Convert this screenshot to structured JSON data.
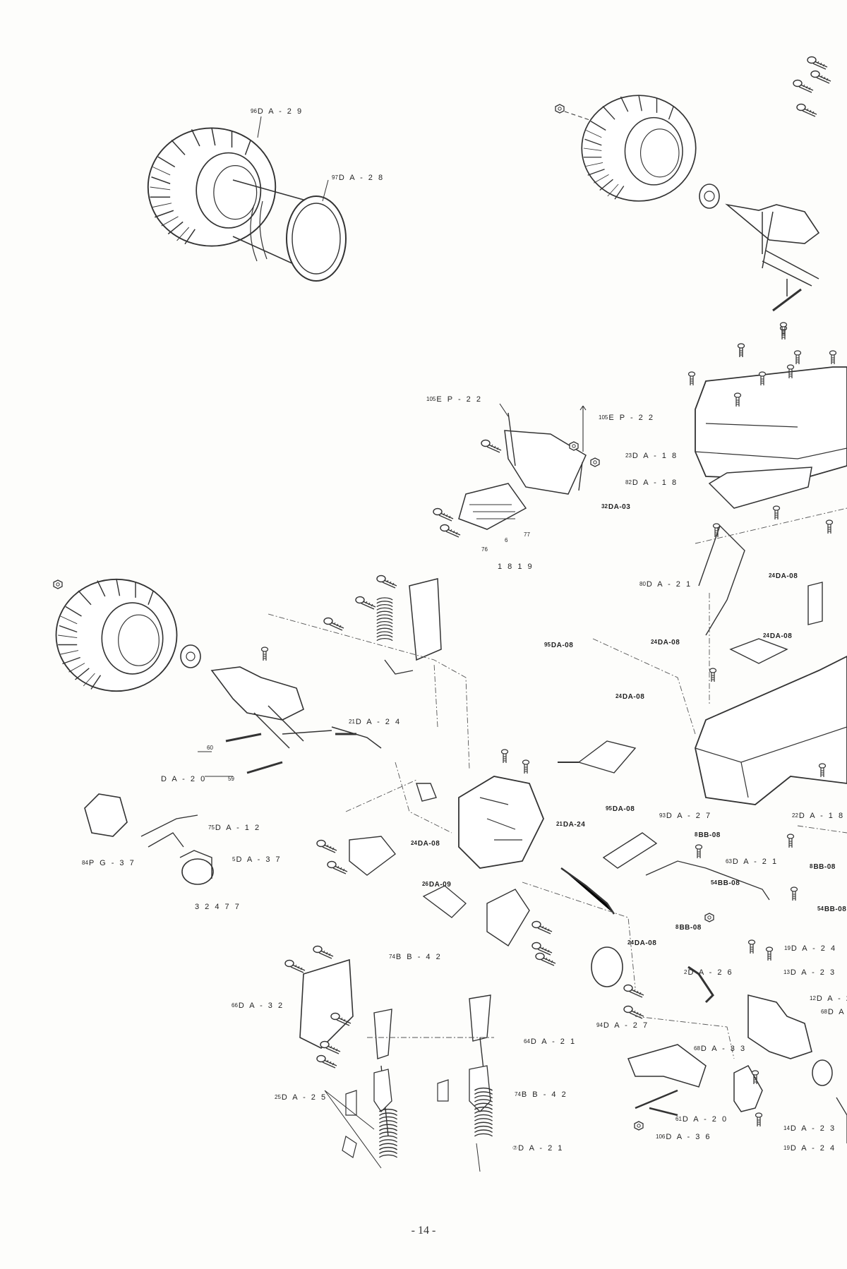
{
  "labels": [
    {
      "id": "l1",
      "num": "96",
      "code": "D A - 2 9"
    },
    {
      "id": "l2",
      "num": "97",
      "code": "D A - 2 8"
    },
    {
      "id": "l3",
      "num": "105",
      "code": "E P - 2 2"
    },
    {
      "id": "l4",
      "num": "105",
      "code": "E P - 2 2"
    },
    {
      "id": "l5",
      "num": "32",
      "code": "DA-03"
    },
    {
      "id": "l6",
      "num": "23",
      "code": "D A - 1 8"
    },
    {
      "id": "l7",
      "num": "82",
      "code": "D A - 1 8"
    },
    {
      "id": "l8",
      "num": "6",
      "code": ""
    },
    {
      "id": "l9",
      "num": "77",
      "code": ""
    },
    {
      "id": "l10",
      "num": "76",
      "code": ""
    },
    {
      "id": "l11",
      "num": "",
      "code": "1 8 1 9"
    },
    {
      "id": "l12",
      "num": "24",
      "code": "DA-08"
    },
    {
      "id": "l13",
      "num": "80",
      "code": "D A - 2 1"
    },
    {
      "id": "l14",
      "num": "24",
      "code": "DA-08"
    },
    {
      "id": "l15",
      "num": "24",
      "code": "DA-08"
    },
    {
      "id": "l16",
      "num": "95",
      "code": "DA-08"
    },
    {
      "id": "l17",
      "num": "24",
      "code": "DA-08"
    },
    {
      "id": "l18",
      "num": "21",
      "code": "D A - 2 4"
    },
    {
      "id": "l19",
      "num": "60",
      "code": ""
    },
    {
      "id": "l20",
      "num": "",
      "code": "D A - 2 0"
    },
    {
      "id": "l21",
      "num": "59",
      "code": ""
    },
    {
      "id": "l22",
      "num": "22",
      "code": "D A - 1 8"
    },
    {
      "id": "l23",
      "num": "75",
      "code": "D A - 1 2"
    },
    {
      "id": "l24",
      "num": "95",
      "code": "DA-08"
    },
    {
      "id": "l25",
      "num": "93",
      "code": "D A - 2 7"
    },
    {
      "id": "l26",
      "num": "84",
      "code": "P G - 3 7"
    },
    {
      "id": "l27",
      "num": "5",
      "code": "D A - 3 7"
    },
    {
      "id": "l28",
      "num": "",
      "code": "3 2 4 7 7"
    },
    {
      "id": "l29",
      "num": "24",
      "code": "DA-08"
    },
    {
      "id": "l30",
      "num": "21",
      "code": "DA-24"
    },
    {
      "id": "l31",
      "num": "8",
      "code": "BB-08"
    },
    {
      "id": "l32",
      "num": "63",
      "code": "D A - 2 1"
    },
    {
      "id": "l33",
      "num": "8",
      "code": "BB-08"
    },
    {
      "id": "l34",
      "num": "26",
      "code": "DA-09"
    },
    {
      "id": "l35",
      "num": "54",
      "code": "BB-08"
    },
    {
      "id": "l36",
      "num": "54",
      "code": "BB-08"
    },
    {
      "id": "l37",
      "num": "8",
      "code": "BB-08"
    },
    {
      "id": "l38",
      "num": "24",
      "code": "DA-08"
    },
    {
      "id": "l39",
      "num": "19",
      "code": "D A - 2 4"
    },
    {
      "id": "l40",
      "num": "74",
      "code": "B B - 4 2"
    },
    {
      "id": "l41",
      "num": "2",
      "code": "D A - 2 6"
    },
    {
      "id": "l42",
      "num": "13",
      "code": "D A - 2 3"
    },
    {
      "id": "l43",
      "num": "66",
      "code": "D A - 3 2"
    },
    {
      "id": "l44",
      "num": "12",
      "code": "D A - 2"
    },
    {
      "id": "l45",
      "num": "68",
      "code": "D A"
    },
    {
      "id": "l46",
      "num": "94",
      "code": "D A - 2 7"
    },
    {
      "id": "l47",
      "num": "64",
      "code": "D A - 2 1"
    },
    {
      "id": "l48",
      "num": "68",
      "code": "D A - 3 3"
    },
    {
      "id": "l49",
      "num": "25",
      "code": "D A - 2 5"
    },
    {
      "id": "l50",
      "num": "74",
      "code": "B B - 4 2"
    },
    {
      "id": "l51",
      "num": "61",
      "code": "D A - 2 0"
    },
    {
      "id": "l52",
      "num": "106",
      "code": "D A - 3 6"
    },
    {
      "id": "l53",
      "num": "14",
      "code": "D A - 2 3"
    },
    {
      "id": "l54",
      "num": "⑦",
      "code": "D A - 2 1"
    },
    {
      "id": "l55",
      "num": "19",
      "code": "D A - 2 4"
    }
  ],
  "page_number": "- 14 -"
}
